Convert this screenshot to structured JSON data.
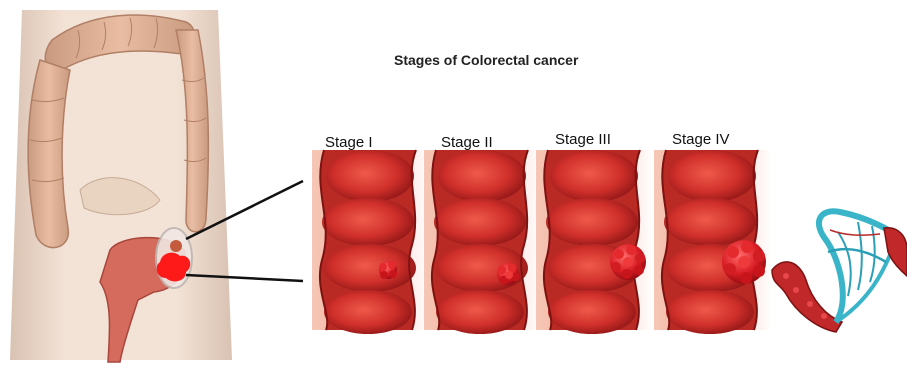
{
  "title": "Stages of Colorectal cancer",
  "stages": [
    {
      "label": "Stage  I"
    },
    {
      "label": "Stage II"
    },
    {
      "label": "Stage III"
    },
    {
      "label": "Stage IV"
    }
  ],
  "colors": {
    "colon_wall": "#c8362f",
    "colon_light": "#e85a4c",
    "colon_pink": "#f2b3a4",
    "tumor": "#e3202a",
    "vessel_blue": "#3ab4c8",
    "skin": "#efd9c8"
  }
}
